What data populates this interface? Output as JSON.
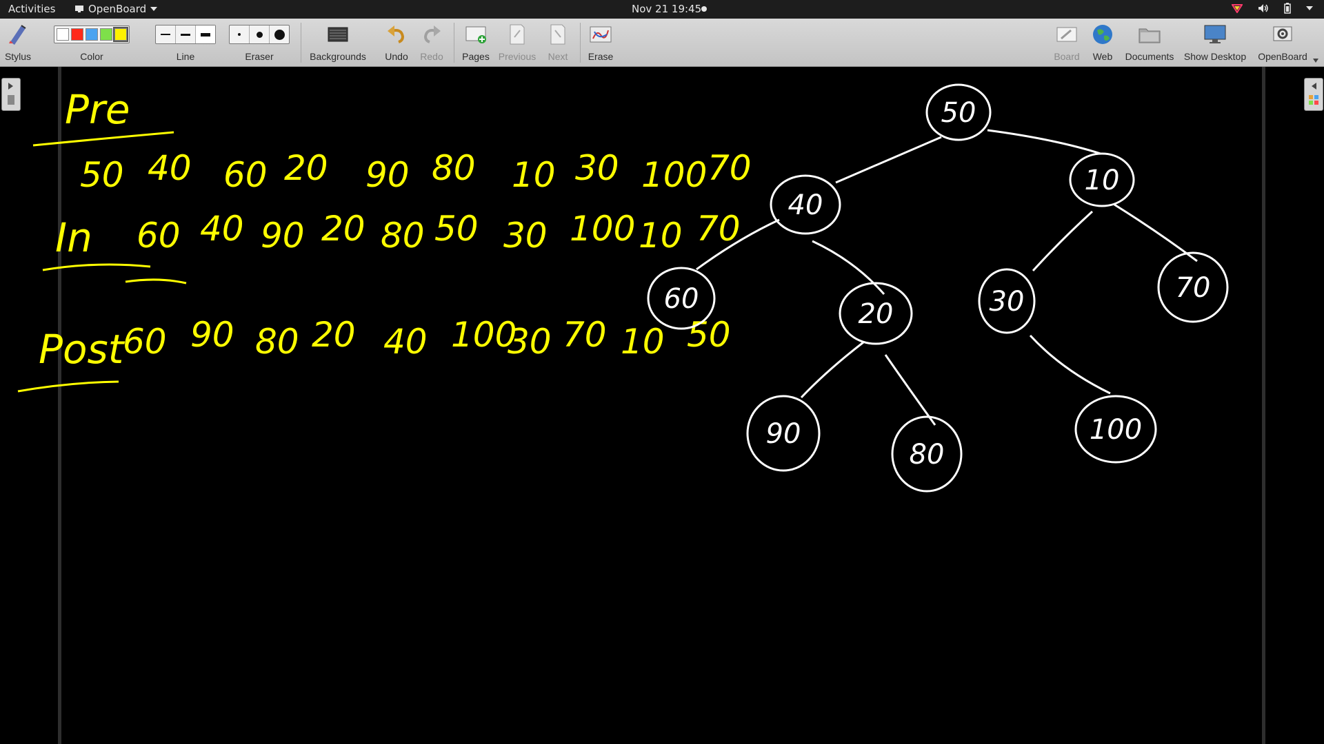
{
  "topbar": {
    "activities": "Activities",
    "app_menu": "OpenBoard",
    "clock": "Nov 21  19:45"
  },
  "toolbar": {
    "stylus": "Stylus",
    "color": "Color",
    "line": "Line",
    "eraser": "Eraser",
    "backgrounds": "Backgrounds",
    "undo": "Undo",
    "redo": "Redo",
    "pages": "Pages",
    "previous": "Previous",
    "next": "Next",
    "erase": "Erase",
    "board": "Board",
    "web": "Web",
    "documents": "Documents",
    "show_desktop": "Show Desktop",
    "openboard": "OpenBoard",
    "colors": [
      "#ffffff",
      "#ff2a1a",
      "#4aa3f0",
      "#7ee04a",
      "#fff200"
    ]
  },
  "board": {
    "ink_yellow": "#ffff00",
    "ink_white": "#ffffff",
    "pre_label": "Pre",
    "in_label": "In",
    "post_label": "Post",
    "preorder": [
      "50",
      "40",
      "60",
      "20",
      "90",
      "80",
      "10",
      "30",
      "100",
      "70"
    ],
    "inorder": [
      "60",
      "40",
      "90",
      "20",
      "80",
      "50",
      "30",
      "100",
      "10",
      "70"
    ],
    "postorder": [
      "60",
      "90",
      "80",
      "20",
      "40",
      "100",
      "30",
      "70",
      "10",
      "50"
    ],
    "tree_nodes": [
      {
        "id": "n50",
        "label": "50"
      },
      {
        "id": "n40",
        "label": "40"
      },
      {
        "id": "n10",
        "label": "10"
      },
      {
        "id": "n60",
        "label": "60"
      },
      {
        "id": "n20",
        "label": "20"
      },
      {
        "id": "n30",
        "label": "30"
      },
      {
        "id": "n70",
        "label": "70"
      },
      {
        "id": "n90",
        "label": "90"
      },
      {
        "id": "n80",
        "label": "80"
      },
      {
        "id": "n100",
        "label": "100"
      }
    ]
  }
}
